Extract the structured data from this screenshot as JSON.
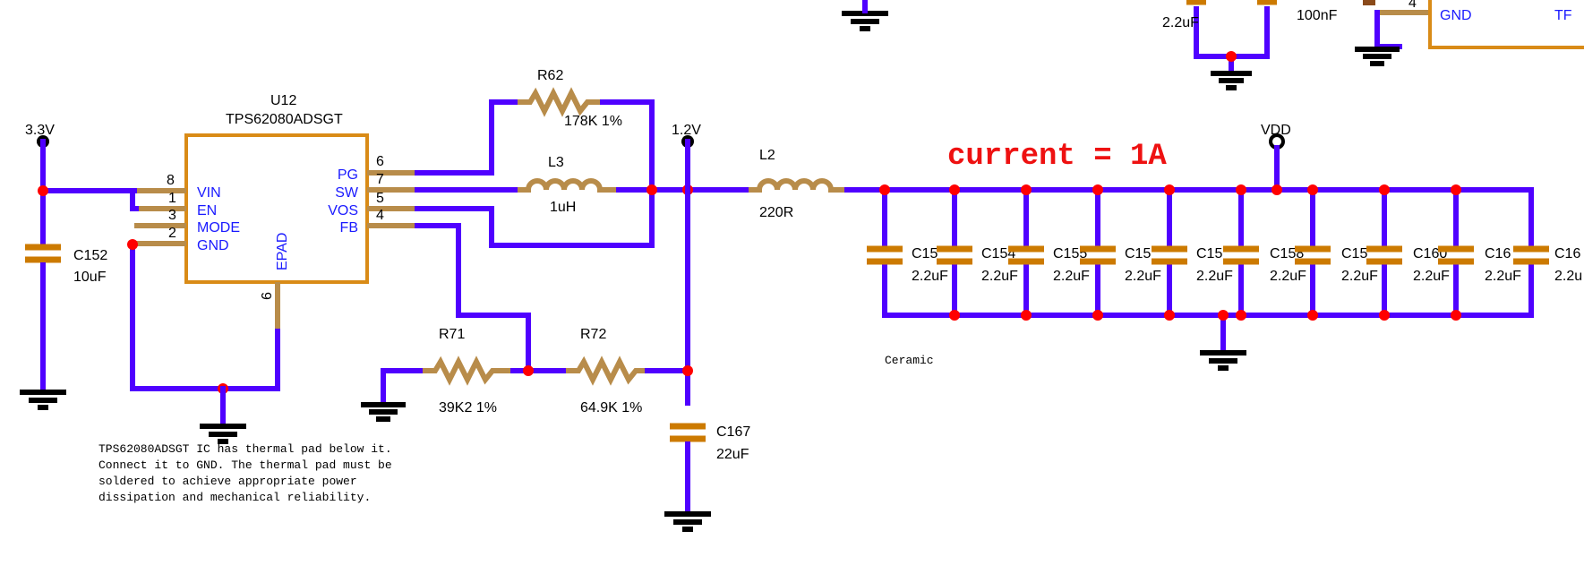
{
  "header": {
    "cap_label_top": "2.2uF",
    "cap_value_top": "100nF",
    "pin_number_top": "4",
    "net_gnd_top": "GND",
    "cut_label_right": "TF"
  },
  "u12": {
    "ref": "U12",
    "part": "TPS62080ADSGT",
    "left_pins": [
      {
        "num": "8",
        "name": "VIN"
      },
      {
        "num": "1",
        "name": "EN"
      },
      {
        "num": "3",
        "name": "MODE"
      },
      {
        "num": "2",
        "name": "GND"
      }
    ],
    "right_pins": [
      {
        "num": "6",
        "name": "PG"
      },
      {
        "num": "7",
        "name": "SW"
      },
      {
        "num": "5",
        "name": "VOS"
      },
      {
        "num": "4",
        "name": "FB"
      }
    ],
    "epad": {
      "num": "9",
      "name": "EPAD"
    }
  },
  "nets": {
    "v33": "3.3V",
    "v12": "1.2V",
    "vdd": "VDD"
  },
  "components": {
    "r62": {
      "ref": "R62",
      "value": "178K  1%"
    },
    "l3": {
      "ref": "L3",
      "value": "1uH"
    },
    "l2": {
      "ref": "L2",
      "value": "220R"
    },
    "r71": {
      "ref": "R71",
      "value": "39K2  1%"
    },
    "r72": {
      "ref": "R72",
      "value": "64.9K  1%"
    },
    "c152": {
      "ref": "C152",
      "value": "10uF"
    },
    "c167": {
      "ref": "C167",
      "value": "22uF"
    }
  },
  "cap_bank": [
    {
      "ref": "C15",
      "value": "2.2uF"
    },
    {
      "ref": "C154",
      "value": "2.2uF"
    },
    {
      "ref": "C155",
      "value": "2.2uF"
    },
    {
      "ref": "C15",
      "value": "2.2uF"
    },
    {
      "ref": "C15",
      "value": "2.2uF"
    },
    {
      "ref": "C158",
      "value": "2.2uF"
    },
    {
      "ref": "C15",
      "value": "2.2uF"
    },
    {
      "ref": "C160",
      "value": "2.2uF"
    },
    {
      "ref": "C16",
      "value": "2.2uF"
    },
    {
      "ref": "C16",
      "value": "2.2u"
    }
  ],
  "annotations": {
    "current": "current = 1A",
    "ceramic": "Ceramic",
    "note": [
      "TPS62080ADSGT IC has thermal pad below it.",
      "Connect it to GND. The thermal pad must be",
      "soldered to achieve appropriate power",
      "dissipation and mechanical reliability."
    ]
  },
  "colors": {
    "wire": "#4f00ff",
    "pin": "#b88c4a",
    "ic_body": "#d98b17",
    "capacitor": "#cc7a00",
    "junction": "#ff0000",
    "pin_name_text": "#1a1aff",
    "annotation_red": "#ee1111"
  }
}
